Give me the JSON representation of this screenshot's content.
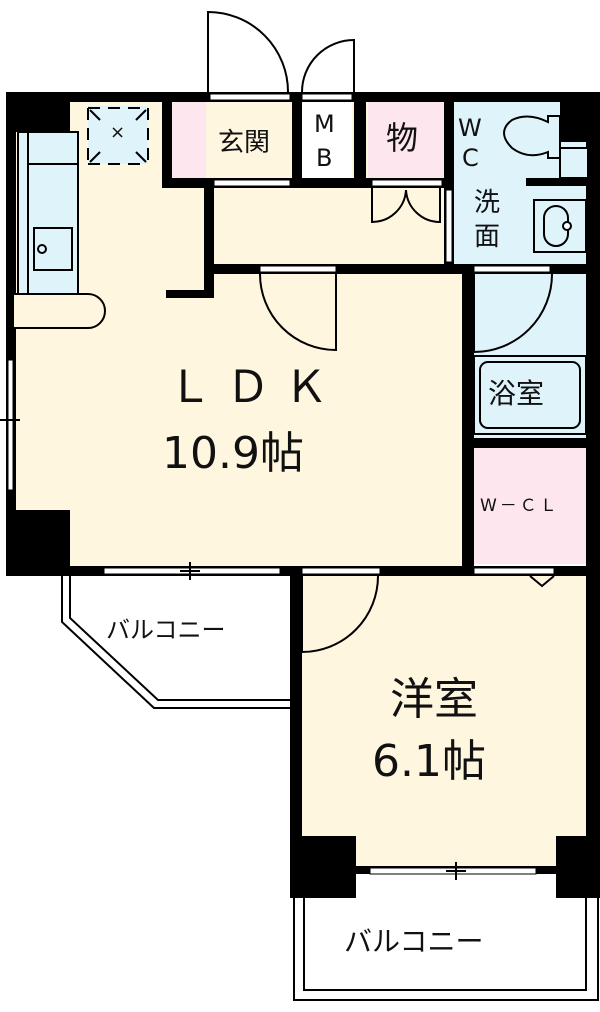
{
  "floor_plan": {
    "colors": {
      "wall": "#000000",
      "living": "#fff6df",
      "wet": "#dff3fb",
      "storage": "#fde6ee",
      "exterior": "#ffffff"
    },
    "rooms": {
      "ldk": {
        "name": "ＬＤＫ",
        "area": "10.9帖"
      },
      "western": {
        "name": "洋室",
        "area": "6.1帖"
      },
      "entrance": {
        "name": "玄関"
      },
      "meter_box": {
        "line1": "M",
        "line2": "B"
      },
      "storage": {
        "name": "物"
      },
      "wc": {
        "line1": "W",
        "line2": "C"
      },
      "washroom": {
        "line1": "洗",
        "line2": "面"
      },
      "bath": {
        "name": "浴室"
      },
      "walkin_closet": {
        "name": "W－ＣＬ"
      },
      "balcony_1": {
        "name": "バルコニー"
      },
      "balcony_2": {
        "name": "バルコニー"
      }
    },
    "symbols": {
      "ventilation_mark": "×"
    }
  }
}
